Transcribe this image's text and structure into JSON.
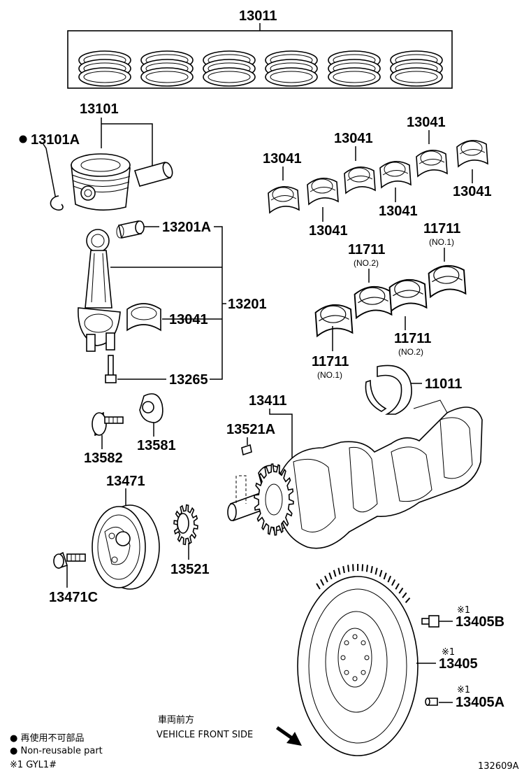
{
  "parts": {
    "ring_set": "13011",
    "piston": "13101",
    "snap_ring": "13101A",
    "bearing_top_left": "13041",
    "bearing_top_mid": "13041",
    "bearing_top_right": "13041",
    "bearing_right": "13041",
    "bearing_mid_lower": "13041",
    "bearing_left_lower": "13041",
    "bushing": "13201A",
    "connecting_rod": "13201",
    "rod_bearing": "13041",
    "rod_bolt": "13265",
    "main_bearing_no1_upper": "11711",
    "main_bearing_no1_upper_sub": "(NO.1)",
    "main_bearing_no2_upper": "11711",
    "main_bearing_no2_upper_sub": "(NO.2)",
    "main_bearing_no2_lower": "11711",
    "main_bearing_no2_lower_sub": "(NO.2)",
    "main_bearing_no1_lower": "11711",
    "main_bearing_no1_lower_sub": "(NO.1)",
    "thrust_washer": "11011",
    "crankshaft": "13411",
    "key": "13521A",
    "bolt_13582": "13582",
    "plate_13581": "13581",
    "pulley": "13471",
    "pulley_bolt": "13471C",
    "gear": "13521",
    "flywheel_bolt": "13405B",
    "flywheel": "13405",
    "flywheel_pin": "13405A",
    "mark_13405B": "※1",
    "mark_13405": "※1",
    "mark_13405A": "※1"
  },
  "direction": {
    "japanese": "車両前方",
    "english": "VEHICLE FRONT SIDE"
  },
  "legend": {
    "line1": "● 再使用不可部品",
    "line2": "● Non-reusable part",
    "line3": "※1 GYL1#"
  },
  "figure_id": "132609A"
}
